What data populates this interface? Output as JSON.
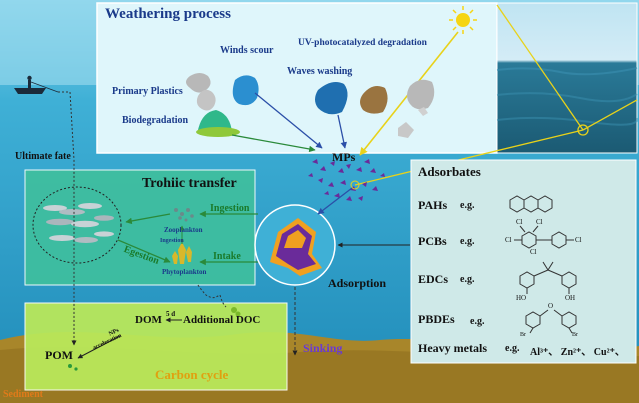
{
  "weathering": {
    "title": "Weathering process",
    "winds": "Winds scour",
    "uv": "UV-photocatalyzed degradation",
    "waves": "Waves washing",
    "primary": "Primary Plastics",
    "biodeg": "Biodegradation"
  },
  "mps": "MPs",
  "ultimate_fate": "Ultimate fate",
  "trophic": {
    "title": "Trohiic transfer",
    "ingestion": "Ingestion",
    "zooplankton": "Zooplankton",
    "ingestion_small": "Ingestion",
    "egestion": "Egestion",
    "intake": "Intake",
    "phytoplankton": "Phytoplankton"
  },
  "adsorption": "Adsorption",
  "adsorbates": {
    "title": "Adsorbates",
    "items": [
      {
        "name": "PAHs",
        "eg": "e.g."
      },
      {
        "name": "PCBs",
        "eg": "e.g."
      },
      {
        "name": "EDCs",
        "eg": "e.g."
      },
      {
        "name": "PBDEs",
        "eg": "e.g."
      }
    ],
    "metals": {
      "name": "Heavy metals",
      "eg": "e.g.",
      "ions": "Al³⁺、 Zn²⁺、 Cu²⁺、"
    },
    "pcb_labels": [
      "Cl",
      "Cl",
      "Cl",
      "Cl",
      "Cl"
    ],
    "edc_labels": [
      "HO",
      "OH"
    ],
    "pbde_labels": [
      "O",
      "Br",
      "Br"
    ]
  },
  "carbon": {
    "dom": "DOM",
    "arrow_label": "5 d",
    "additional_doc": "Additional DOC",
    "pom": "POM",
    "nps": "NPs",
    "acceleration": "acceleration",
    "title": "Carbon cycle"
  },
  "sinking": "Sinking",
  "sediment": "Sediment",
  "colors": {
    "sky_water": "#3fb0d6",
    "weathering_panel": "#dff6fb",
    "trophic_panel": "#3fbf9e",
    "carbon_panel": "#b9e85a",
    "adsorbates_panel": "#cfe9e8",
    "sediment": "#a8862a",
    "title_blue": "#1a3a8a",
    "green_text": "#1a7a2a",
    "purple": "#6a2b9a",
    "sinking_text": "#6a3ad0",
    "orange": "#e07a1a"
  }
}
